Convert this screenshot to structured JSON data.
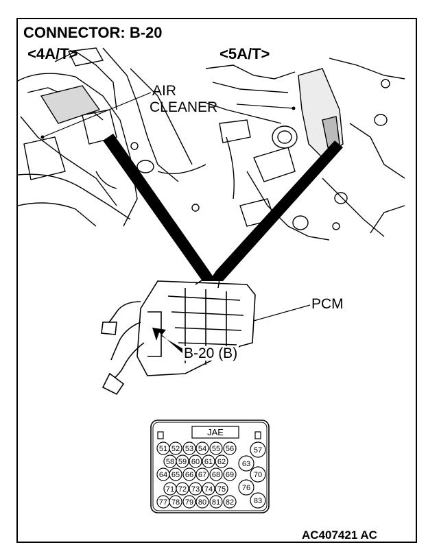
{
  "title": "CONNECTOR: B-20",
  "variants": {
    "left": "<4A/T>",
    "right": "<5A/T>"
  },
  "callouts": {
    "air_cleaner_line1": "AIR",
    "air_cleaner_line2": "CLEANER",
    "pcm": "PCM",
    "connector": "B-20 (B)"
  },
  "connector_face": {
    "maker": "JAE",
    "pins": [
      "51",
      "52",
      "53",
      "54",
      "55",
      "56",
      "57",
      "58",
      "59",
      "60",
      "61",
      "62",
      "63",
      "64",
      "65",
      "66",
      "67",
      "68",
      "69",
      "70",
      "71",
      "72",
      "73",
      "74",
      "75",
      "76",
      "77",
      "78",
      "79",
      "80",
      "81",
      "82",
      "83"
    ]
  },
  "figure_code": "AC407421 AC"
}
